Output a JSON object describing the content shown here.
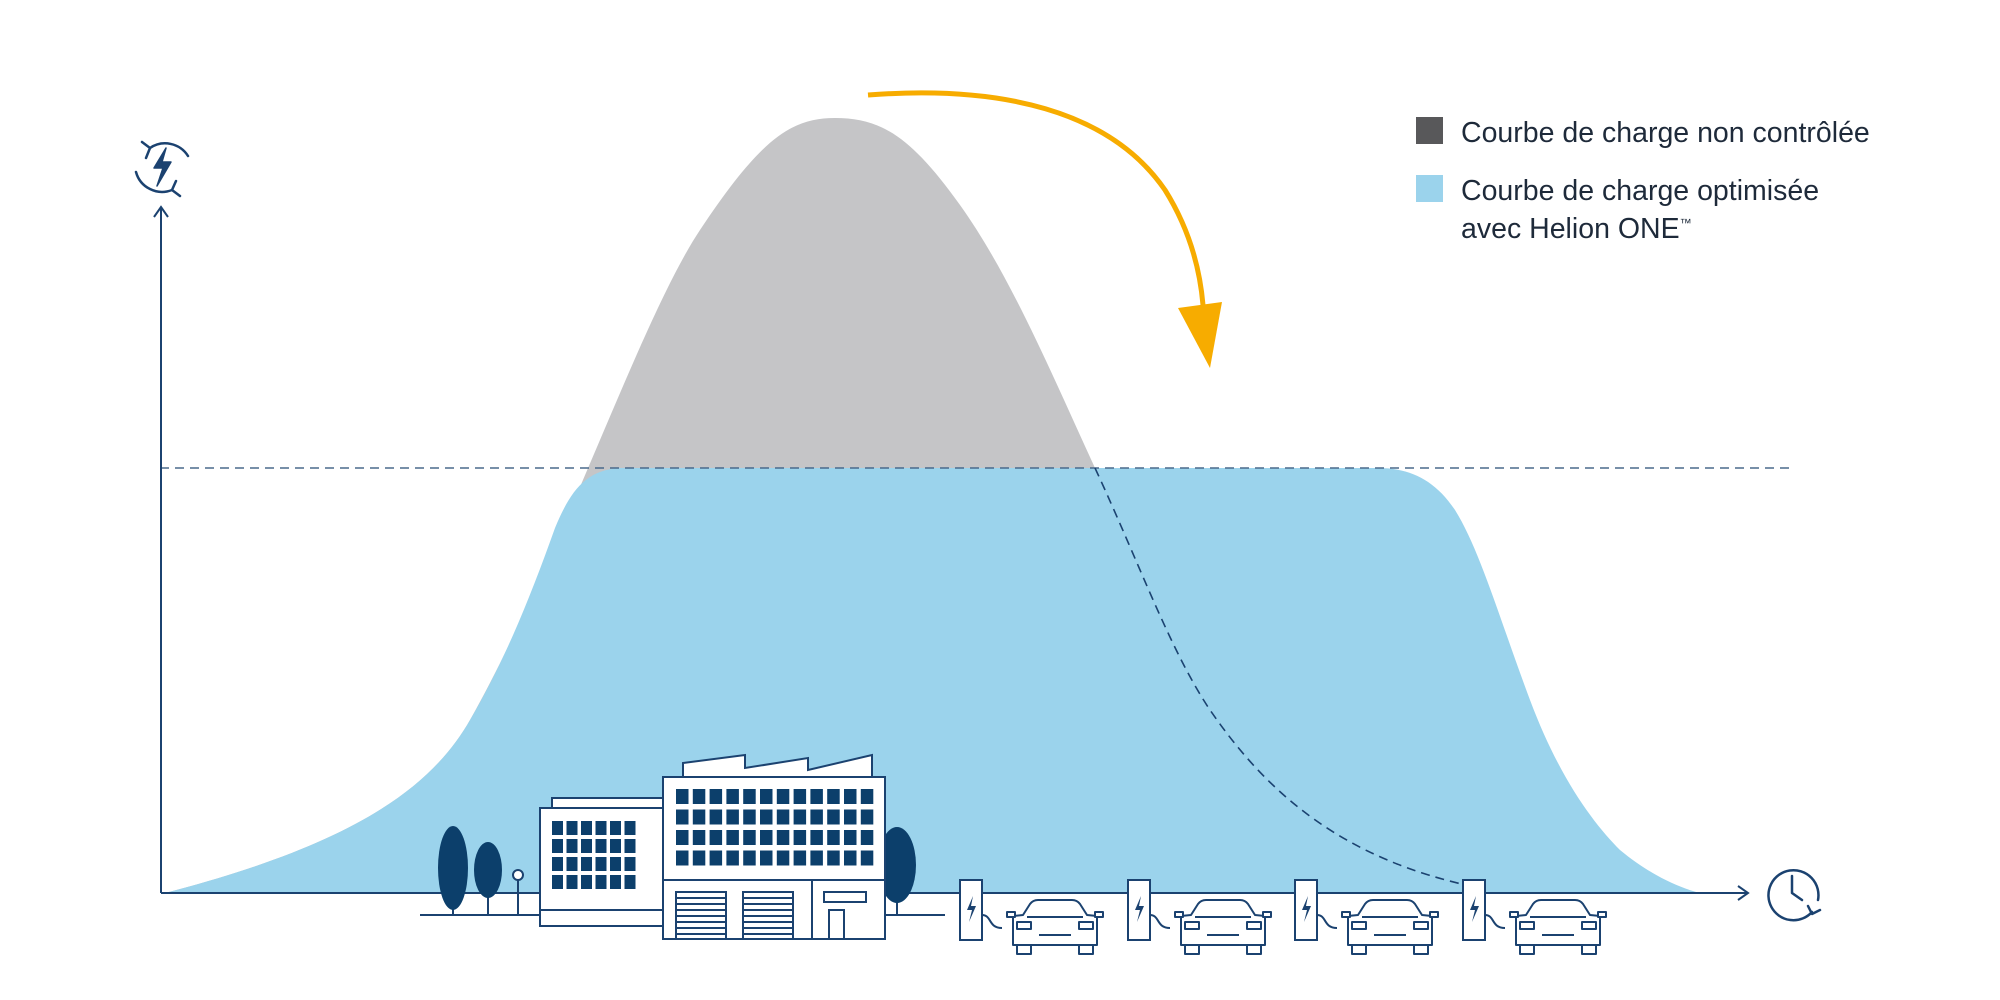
{
  "legend": [
    {
      "swatch_color": "#58585a",
      "line1": "Courbe de charge non contrôlée",
      "line2": "",
      "tm": ""
    },
    {
      "swatch_color": "#9bd3ec",
      "line1": "Courbe de charge optimisée",
      "line2": "avec Helion ONE",
      "tm": "™"
    }
  ],
  "colors": {
    "uncontrolled_curve": "#c5c5c7",
    "optimized_curve": "#9bd3ec",
    "arrow": "#f7ac00",
    "line": "#1b4270",
    "dark_blue": "#0c3f6b"
  },
  "icons": {
    "y_axis": "energy-bolt-cycle-icon",
    "x_axis": "clock-cycle-icon",
    "station": "charging-station-icon",
    "car": "electric-car-icon",
    "building": "office-building-icon",
    "tree": "tree-icon"
  }
}
